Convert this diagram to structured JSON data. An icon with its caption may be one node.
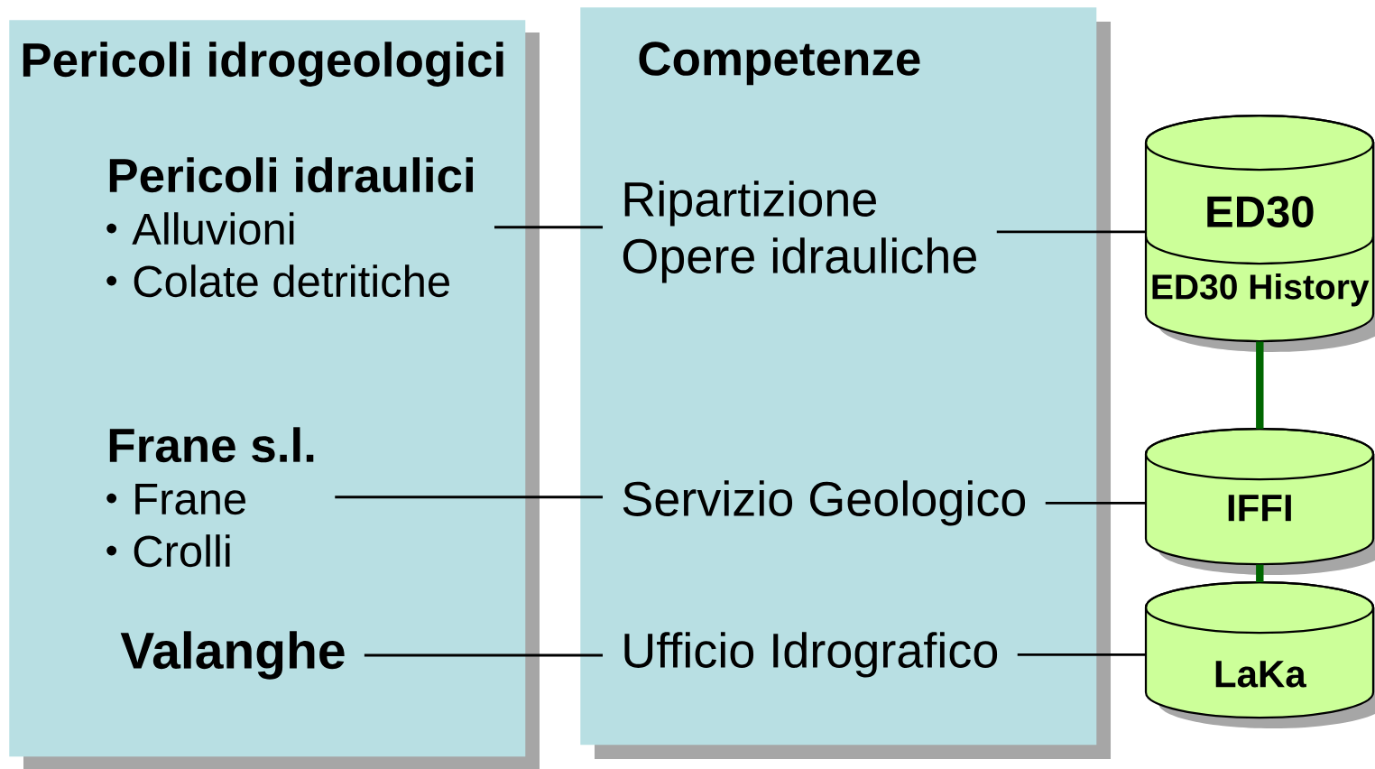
{
  "diagram": {
    "nodes": [
      {
        "text": [
          "Pericoli idrogeologici"
        ]
      },
      {
        "text": [
          "Pericoli idraulici",
          "Alluvioni",
          "Colate detritiche"
        ],
        "in": 0
      },
      {
        "text": [
          "Frane s.l.",
          "Frane",
          "Crolli"
        ],
        "in": 0
      },
      {
        "text": [
          "Valanghe"
        ],
        "in": 0
      },
      {
        "text": [
          "Competenze"
        ]
      },
      {
        "text": [
          "Ripartizione Opere idrauliche"
        ],
        "in": 4
      },
      {
        "text": [
          "Servizio Geologico"
        ],
        "in": 4
      },
      {
        "text": [
          "Ufficio Idrografico"
        ],
        "in": 4
      },
      {
        "text": [
          "ED30",
          "ED30 History"
        ]
      },
      {
        "text": [
          "IFFI"
        ]
      },
      {
        "text": [
          "LaKa"
        ]
      }
    ],
    "edges": [
      {
        "from": 1,
        "to": 5,
        "arrow": "none"
      },
      {
        "from": 2,
        "to": 6,
        "arrow": "none"
      },
      {
        "from": 3,
        "to": 7,
        "arrow": "none"
      },
      {
        "from": 5,
        "to": 8,
        "arrow": "none"
      },
      {
        "from": 6,
        "to": 9,
        "arrow": "none"
      },
      {
        "from": 7,
        "to": 10,
        "arrow": "none"
      },
      {
        "from": 8,
        "to": 9,
        "arrow": "none",
        "style": "thick",
        "color": "#006600"
      },
      {
        "from": 9,
        "to": 10,
        "arrow": "none",
        "style": "thick",
        "color": "#006600"
      }
    ]
  }
}
